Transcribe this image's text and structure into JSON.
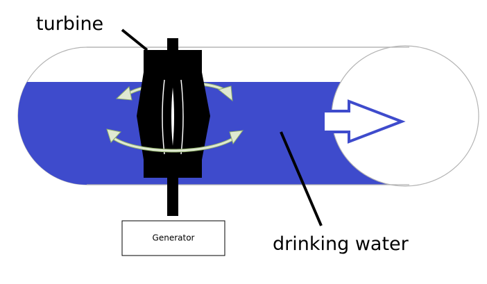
{
  "labels": {
    "turbine": "turbine",
    "drinking_water": "drinking water",
    "generator": "Generator"
  },
  "colors": {
    "water": "#3e4bcc",
    "outline": "#b3b3b3",
    "turbine": "#000000",
    "rotation_arrow": "#dfe9d2",
    "rotation_arrow_stroke": "#8fae6a",
    "flow_arrow": "#3e4bcc",
    "background": "#ffffff"
  },
  "icons": {
    "flow": "right-arrow-icon",
    "rotation": "curved-rotation-arrow-icon"
  }
}
